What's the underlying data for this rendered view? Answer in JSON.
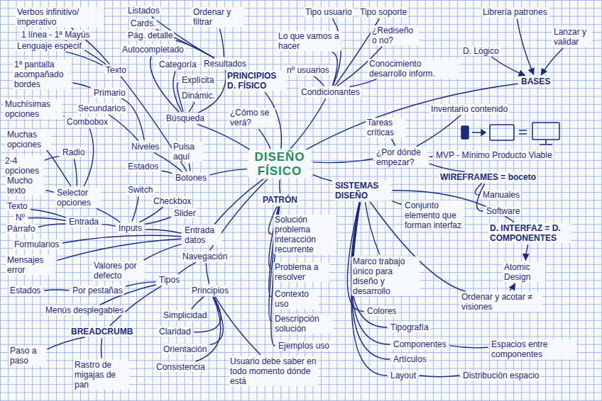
{
  "diagram": {
    "nodes": [
      {
        "text": [
          "DISEÑO FÍSICO"
        ]
      },
      {
        "text": [
          "Búsqueda"
        ]
      },
      {
        "text": [
          "Resultados"
        ]
      },
      {
        "text": [
          "Listados"
        ]
      },
      {
        "text": [
          "Cards."
        ]
      },
      {
        "text": [
          "Pág. detalle"
        ]
      },
      {
        "text": [
          "Ordenar y filtrar"
        ]
      },
      {
        "text": [
          "Autocompletado"
        ]
      },
      {
        "text": [
          "Categoría"
        ]
      },
      {
        "text": [
          "Explícita"
        ]
      },
      {
        "text": [
          "Dinámic."
        ]
      },
      {
        "text": [
          "Botones"
        ]
      },
      {
        "text": [
          "Texto"
        ]
      },
      {
        "text": [
          "Verbos infinitivo/ imperativo"
        ]
      },
      {
        "text": [
          "1 línea - 1ª Mayús"
        ]
      },
      {
        "text": [
          "Lenguaje especif."
        ]
      },
      {
        "text": [
          "Primario"
        ]
      },
      {
        "text": [
          "1ª pantalla acompañado bordes"
        ]
      },
      {
        "text": [
          "Secundarios"
        ]
      },
      {
        "text": [
          "Niveles"
        ]
      },
      {
        "text": [
          "Estados"
        ]
      },
      {
        "text": [
          "Pulsa aquí"
        ]
      },
      {
        "text": [
          "Entrada datos"
        ]
      },
      {
        "text": [
          "Inputs"
        ]
      },
      {
        "text": [
          "Entrada"
        ]
      },
      {
        "text": [
          "Texto"
        ]
      },
      {
        "text": [
          "Nº"
        ]
      },
      {
        "text": [
          "Párrafo"
        ]
      },
      {
        "text": [
          "Selector opciones"
        ]
      },
      {
        "text": [
          "Radio"
        ]
      },
      {
        "text": [
          "2-4 opciones"
        ]
      },
      {
        "text": [
          "Combobox"
        ]
      },
      {
        "text": [
          "Muchísimas opciones"
        ]
      },
      {
        "text": [
          "Muchas opciones"
        ]
      },
      {
        "text": [
          "Mucho texto"
        ]
      },
      {
        "text": [
          "Switch"
        ]
      },
      {
        "text": [
          "Checkbox"
        ]
      },
      {
        "text": [
          "Slider"
        ]
      },
      {
        "text": [
          "Formularios"
        ]
      },
      {
        "text": [
          "Mensajes error"
        ]
      },
      {
        "text": [
          "Valores por defecto"
        ]
      },
      {
        "text": [
          "Navegación"
        ]
      },
      {
        "text": [
          "Tipos"
        ]
      },
      {
        "text": [
          "Por pestañas"
        ]
      },
      {
        "text": [
          "Estados"
        ]
      },
      {
        "text": [
          "Menús desplegables"
        ]
      },
      {
        "text": [
          "BREADCRUMB"
        ]
      },
      {
        "text": [
          "Paso a paso"
        ]
      },
      {
        "text": [
          "Rastro de migajas de pan"
        ]
      },
      {
        "text": [
          "Principios"
        ]
      },
      {
        "text": [
          "Simplicidad"
        ]
      },
      {
        "text": [
          "Claridad"
        ]
      },
      {
        "text": [
          "Orientación"
        ]
      },
      {
        "text": [
          "Consistencia"
        ]
      },
      {
        "text": [
          "Usuario debe saber en todo momento dónde está"
        ]
      },
      {
        "text": [
          "PATRÓN"
        ]
      },
      {
        "text": [
          "Solución problema interacción recurrente"
        ]
      },
      {
        "text": [
          "Problema a resolver"
        ]
      },
      {
        "text": [
          "Contexto uso"
        ]
      },
      {
        "text": [
          "Descripción solución"
        ]
      },
      {
        "text": [
          "Ejemplos uso"
        ]
      },
      {
        "text": [
          "PRINCIPIOS D. FÍSICO"
        ]
      },
      {
        "text": [
          "¿Cómo se verá?"
        ]
      },
      {
        "text": [
          "Condicionantes"
        ]
      },
      {
        "text": [
          "Tipo usuario"
        ]
      },
      {
        "text": [
          "Tipo soporte"
        ]
      },
      {
        "text": [
          "Lo que vamos a hacer"
        ]
      },
      {
        "text": [
          "¿Rediseño o no?"
        ]
      },
      {
        "text": [
          "nº usuarios"
        ]
      },
      {
        "text": [
          "Conocimiento desarrollo inform."
        ]
      },
      {
        "text": [
          "BASES"
        ]
      },
      {
        "text": [
          "Librería patrones"
        ]
      },
      {
        "text": [
          "D. Lógico"
        ]
      },
      {
        "text": [
          "Lanzar y validar"
        ]
      },
      {
        "text": [
          "¿Por dónde empezar?"
        ]
      },
      {
        "text": [
          "Tareas críticas"
        ]
      },
      {
        "text": [
          "Inventario contenido"
        ]
      },
      {
        "text": [
          "MVP - Mínimo Producto Viable"
        ]
      },
      {
        "text": [
          "WIREFRAMES = boceto"
        ]
      },
      {
        "text": [
          "Manuales"
        ]
      },
      {
        "text": [
          "Software"
        ]
      },
      {
        "text": [
          "SISTEMAS DISEÑO"
        ]
      },
      {
        "text": [
          "Conjunto elemento que forman interfaz"
        ]
      },
      {
        "text": [
          "D. INTERFAZ = D. COMPONENTES"
        ]
      },
      {
        "text": [
          "Atomic Design"
        ]
      },
      {
        "text": [
          "Ordenar y acotar ≠ visiones"
        ]
      },
      {
        "text": [
          "Marco trabajo único para diseño y desarrollo"
        ]
      },
      {
        "text": [
          "Colores"
        ]
      },
      {
        "text": [
          "Tipografía"
        ]
      },
      {
        "text": [
          "Componentes"
        ]
      },
      {
        "text": [
          "Espacios entre componentes"
        ]
      },
      {
        "text": [
          "Artículos"
        ]
      },
      {
        "text": [
          "Layout"
        ]
      },
      {
        "text": [
          "Distribución espacio"
        ]
      }
    ],
    "edges": [
      {
        "from": 0,
        "to": 1,
        "arrow": "none"
      },
      {
        "from": 0,
        "to": 11,
        "arrow": "none"
      },
      {
        "from": 0,
        "to": 22,
        "arrow": "none"
      },
      {
        "from": 0,
        "to": 41,
        "arrow": "none"
      },
      {
        "from": 0,
        "to": 55,
        "arrow": "none"
      },
      {
        "from": 0,
        "to": 61,
        "arrow": "none"
      },
      {
        "from": 0,
        "to": 62,
        "arrow": "none"
      },
      {
        "from": 0,
        "to": 63,
        "arrow": "none"
      },
      {
        "from": 0,
        "to": 70,
        "arrow": "none"
      },
      {
        "from": 0,
        "to": 74,
        "arrow": "none"
      },
      {
        "from": 0,
        "to": 81,
        "arrow": "none"
      },
      {
        "from": 1,
        "to": 2,
        "arrow": "none"
      },
      {
        "from": 1,
        "to": 7,
        "arrow": "none"
      },
      {
        "from": 1,
        "to": 8,
        "arrow": "none"
      },
      {
        "from": 1,
        "to": 9,
        "arrow": "none"
      },
      {
        "from": 1,
        "to": 10,
        "arrow": "none"
      },
      {
        "from": 2,
        "to": 3,
        "arrow": "none"
      },
      {
        "from": 2,
        "to": 4,
        "arrow": "none"
      },
      {
        "from": 2,
        "to": 5,
        "arrow": "none"
      },
      {
        "from": 2,
        "to": 6,
        "arrow": "none"
      },
      {
        "from": 11,
        "to": 12,
        "arrow": "none"
      },
      {
        "from": 11,
        "to": 19,
        "arrow": "none"
      },
      {
        "from": 11,
        "to": 20,
        "arrow": "none"
      },
      {
        "from": 11,
        "to": 21,
        "arrow": "none"
      },
      {
        "from": 19,
        "to": 16,
        "arrow": "none"
      },
      {
        "from": 19,
        "to": 18,
        "arrow": "none"
      },
      {
        "from": 12,
        "to": 13,
        "arrow": "none"
      },
      {
        "from": 12,
        "to": 14,
        "arrow": "none"
      },
      {
        "from": 12,
        "to": 15,
        "arrow": "none"
      },
      {
        "from": 16,
        "to": 17,
        "arrow": "none"
      },
      {
        "from": 22,
        "to": 23,
        "arrow": "none"
      },
      {
        "from": 22,
        "to": 38,
        "arrow": "none"
      },
      {
        "from": 22,
        "to": 39,
        "arrow": "none"
      },
      {
        "from": 22,
        "to": 40,
        "arrow": "none"
      },
      {
        "from": 23,
        "to": 24,
        "arrow": "none"
      },
      {
        "from": 23,
        "to": 28,
        "arrow": "none"
      },
      {
        "from": 23,
        "to": 35,
        "arrow": "none"
      },
      {
        "from": 23,
        "to": 36,
        "arrow": "none"
      },
      {
        "from": 23,
        "to": 37,
        "arrow": "none"
      },
      {
        "from": 24,
        "to": 25,
        "arrow": "none"
      },
      {
        "from": 24,
        "to": 26,
        "arrow": "none"
      },
      {
        "from": 24,
        "to": 27,
        "arrow": "none"
      },
      {
        "from": 28,
        "to": 29,
        "arrow": "none"
      },
      {
        "from": 28,
        "to": 31,
        "arrow": "none"
      },
      {
        "from": 28,
        "to": 33,
        "arrow": "none"
      },
      {
        "from": 28,
        "to": 34,
        "arrow": "none"
      },
      {
        "from": 29,
        "to": 30,
        "arrow": "none"
      },
      {
        "from": 31,
        "to": 32,
        "arrow": "none"
      },
      {
        "from": 41,
        "to": 42,
        "arrow": "none"
      },
      {
        "from": 41,
        "to": 49,
        "arrow": "none"
      },
      {
        "from": 42,
        "to": 43,
        "arrow": "none"
      },
      {
        "from": 42,
        "to": 45,
        "arrow": "none"
      },
      {
        "from": 42,
        "to": 46,
        "arrow": "none"
      },
      {
        "from": 43,
        "to": 44,
        "arrow": "none"
      },
      {
        "from": 46,
        "to": 47,
        "arrow": "none"
      },
      {
        "from": 46,
        "to": 48,
        "arrow": "none"
      },
      {
        "from": 49,
        "to": 50,
        "arrow": "none"
      },
      {
        "from": 49,
        "to": 51,
        "arrow": "none"
      },
      {
        "from": 49,
        "to": 52,
        "arrow": "none"
      },
      {
        "from": 49,
        "to": 53,
        "arrow": "none"
      },
      {
        "from": 49,
        "to": 54,
        "arrow": "none"
      },
      {
        "from": 55,
        "to": 56,
        "arrow": "none"
      },
      {
        "from": 55,
        "to": 57,
        "arrow": "none"
      },
      {
        "from": 55,
        "to": 58,
        "arrow": "none"
      },
      {
        "from": 55,
        "to": 59,
        "arrow": "none"
      },
      {
        "from": 55,
        "to": 60,
        "arrow": "none"
      },
      {
        "from": 63,
        "to": 64,
        "arrow": "none"
      },
      {
        "from": 63,
        "to": 65,
        "arrow": "none"
      },
      {
        "from": 63,
        "to": 66,
        "arrow": "none"
      },
      {
        "from": 63,
        "to": 67,
        "arrow": "none"
      },
      {
        "from": 63,
        "to": 68,
        "arrow": "none"
      },
      {
        "from": 63,
        "to": 69,
        "arrow": "none"
      },
      {
        "from": 71,
        "to": 70,
        "arrow": "to"
      },
      {
        "from": 72,
        "to": 70,
        "arrow": "to"
      },
      {
        "from": 73,
        "to": 70,
        "arrow": "to"
      },
      {
        "from": 74,
        "to": 75,
        "arrow": "none"
      },
      {
        "from": 74,
        "to": 76,
        "arrow": "none"
      },
      {
        "from": 74,
        "to": 77,
        "arrow": "none"
      },
      {
        "from": 74,
        "to": 78,
        "arrow": "none"
      },
      {
        "from": 78,
        "to": 79,
        "arrow": "none"
      },
      {
        "from": 78,
        "to": 80,
        "arrow": "none"
      },
      {
        "from": 81,
        "to": 82,
        "arrow": "none"
      },
      {
        "from": 81,
        "to": 83,
        "arrow": "none"
      },
      {
        "from": 81,
        "to": 85,
        "arrow": "none"
      },
      {
        "from": 81,
        "to": 86,
        "arrow": "none"
      },
      {
        "from": 81,
        "to": 87,
        "arrow": "none"
      },
      {
        "from": 81,
        "to": 88,
        "arrow": "none"
      },
      {
        "from": 81,
        "to": 89,
        "arrow": "none"
      },
      {
        "from": 81,
        "to": 91,
        "arrow": "none"
      },
      {
        "from": 81,
        "to": 92,
        "arrow": "none"
      },
      {
        "from": 83,
        "to": 84,
        "arrow": "to"
      },
      {
        "from": 85,
        "to": 84,
        "arrow": "to"
      },
      {
        "from": 89,
        "to": 90,
        "arrow": "none"
      },
      {
        "from": 92,
        "to": 93,
        "arrow": "none"
      }
    ]
  }
}
